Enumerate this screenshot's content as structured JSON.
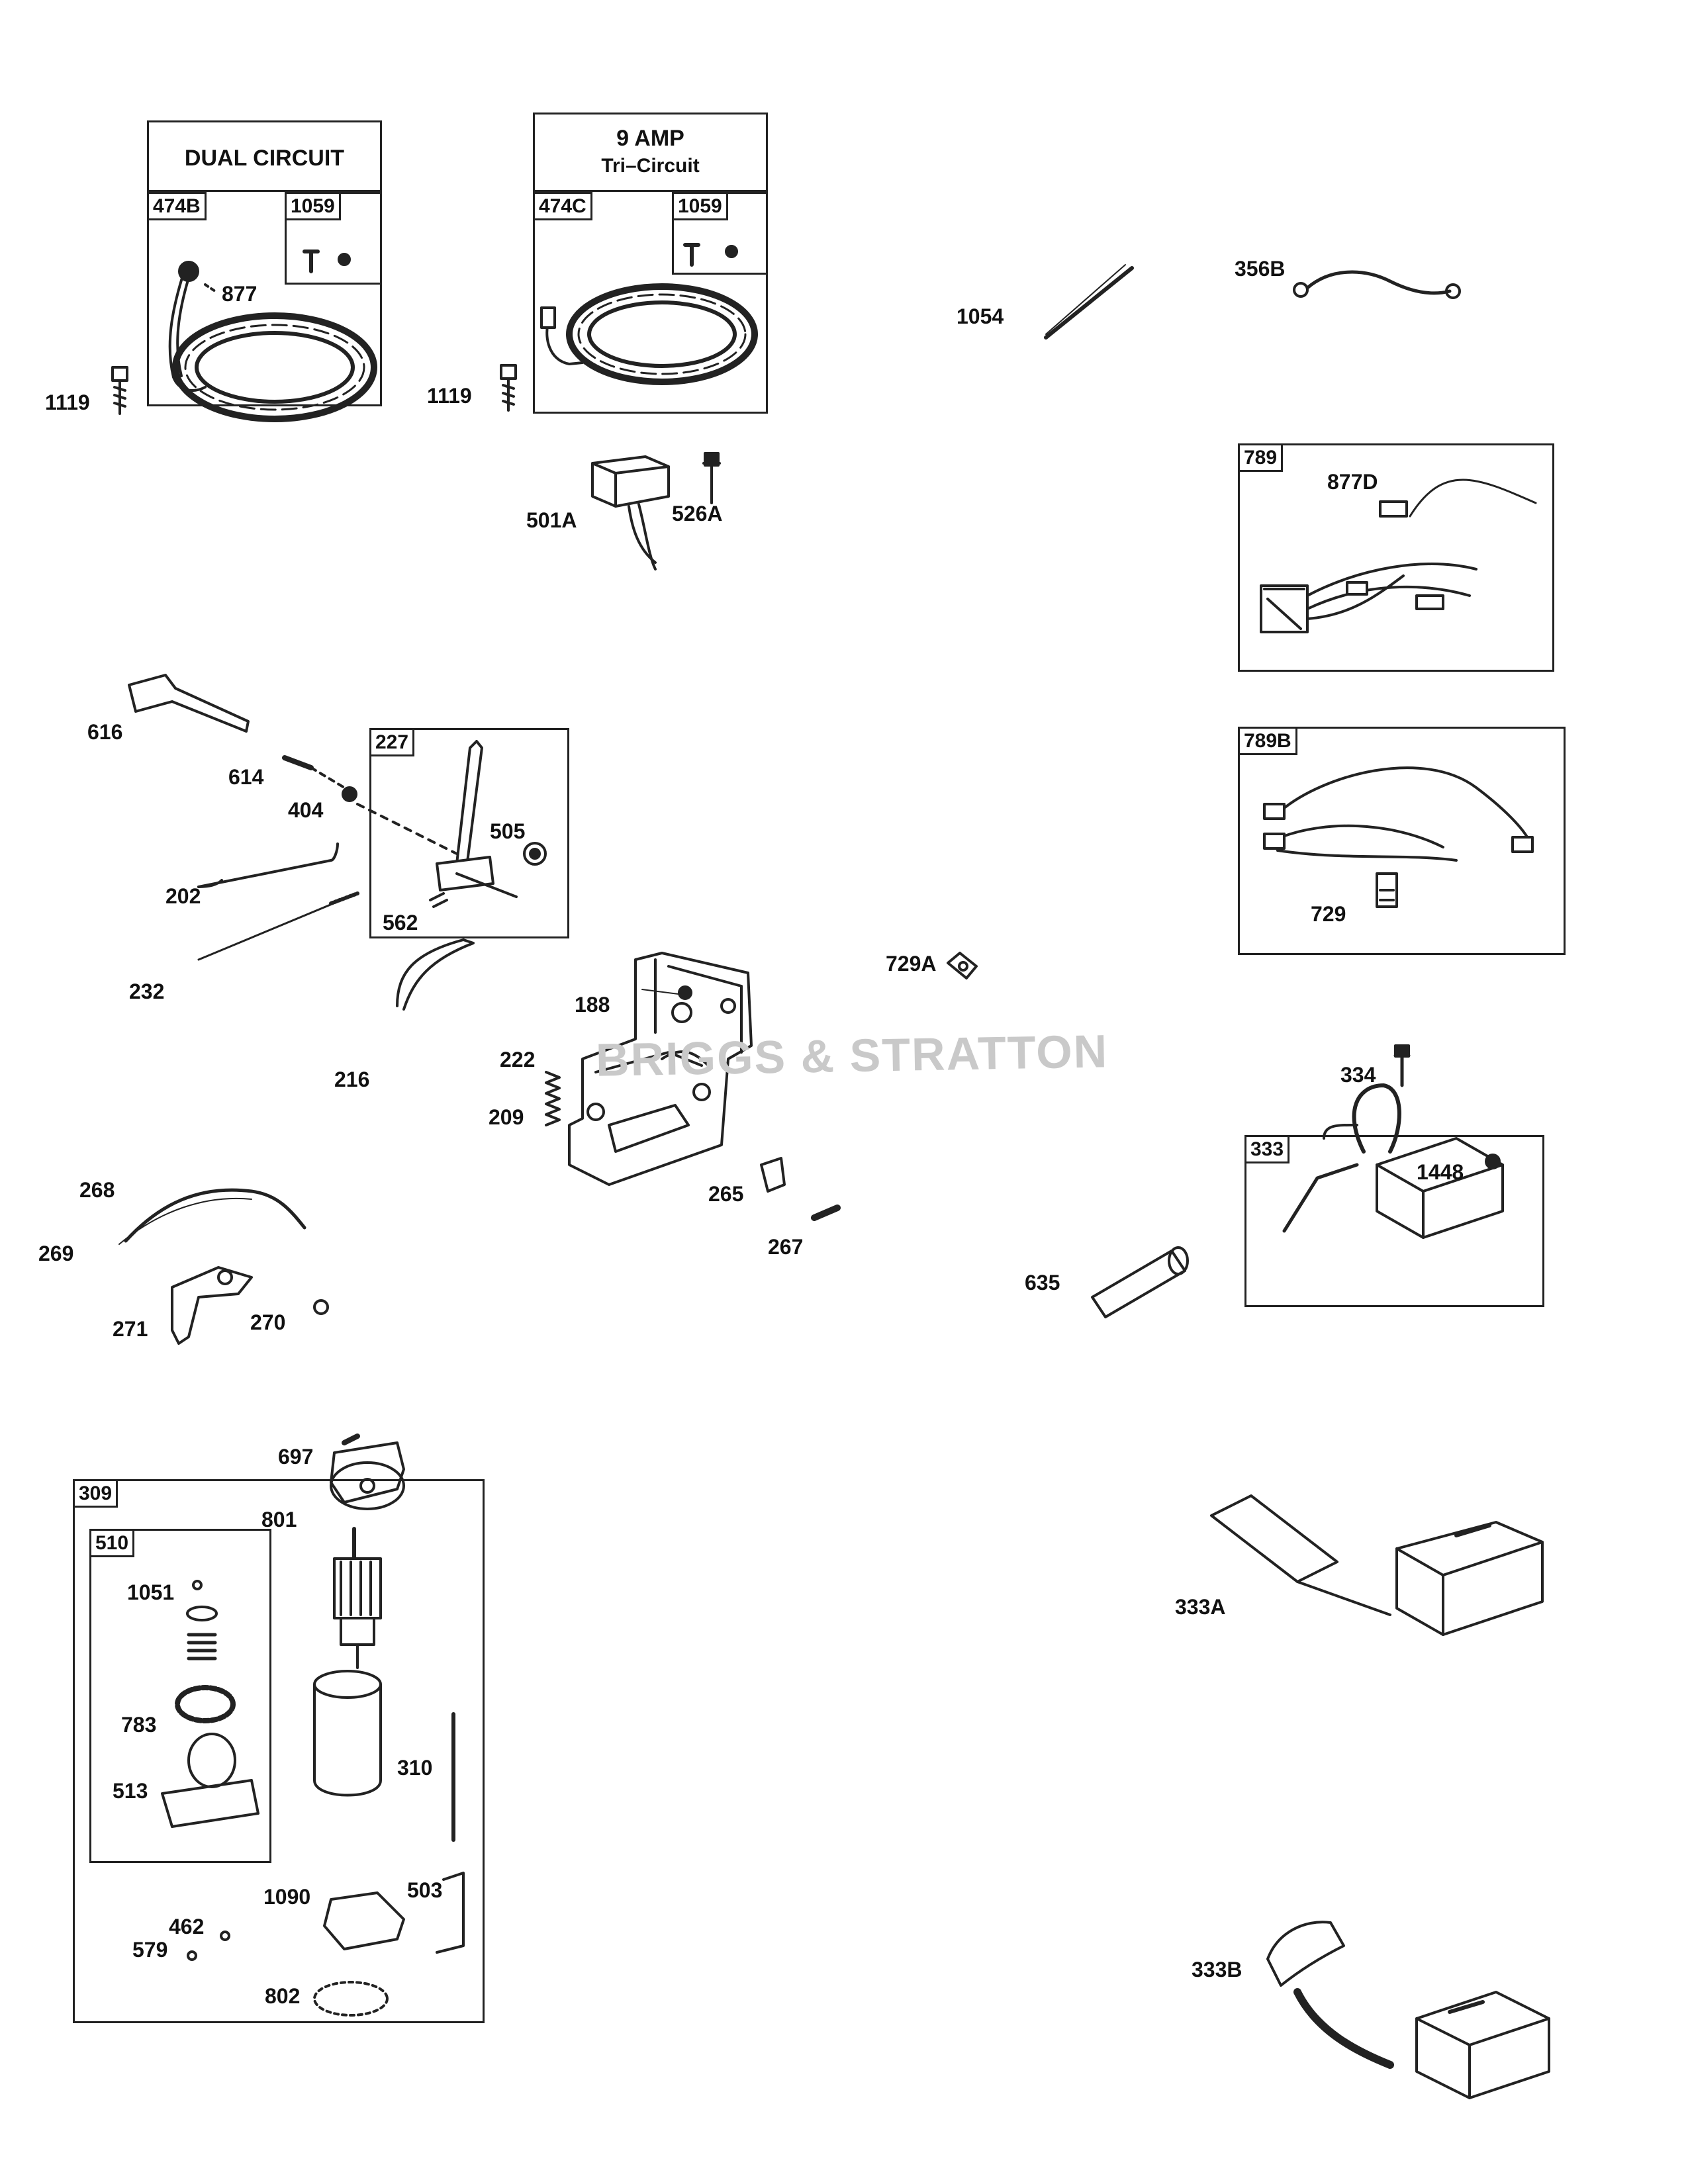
{
  "boxes": {
    "dual_circuit": {
      "title": "DUAL CIRCUIT",
      "tag_main": "474B",
      "tag_sub": "1059"
    },
    "tri_circuit": {
      "title_line1": "9  AMP",
      "title_line2": "Tri–Circuit",
      "tag_main": "474C",
      "tag_sub": "1059"
    },
    "box_789": {
      "tag": "789"
    },
    "box_789b": {
      "tag": "789B"
    },
    "box_227": {
      "tag": "227"
    },
    "box_333": {
      "tag": "333"
    },
    "box_309": {
      "tag": "309"
    },
    "box_510": {
      "tag": "510"
    }
  },
  "watermark": "BRIGGS & STRATTON",
  "callouts": {
    "c877": "877",
    "c1119a": "1119",
    "c1119b": "1119",
    "c501A": "501A",
    "c526A": "526A",
    "c1054": "1054",
    "c356B": "356B",
    "c877D": "877D",
    "c729": "729",
    "c616": "616",
    "c614": "614",
    "c404": "404",
    "c505": "505",
    "c562": "562",
    "c202": "202",
    "c232": "232",
    "c188": "188",
    "c729A": "729A",
    "c216": "216",
    "c222": "222",
    "c209": "209",
    "c265": "265",
    "c267": "267",
    "c334": "334",
    "c1448": "1448",
    "c268": "268",
    "c269": "269",
    "c271": "271",
    "c270": "270",
    "c635": "635",
    "c697": "697",
    "c801": "801",
    "c1051": "1051",
    "c783": "783",
    "c513": "513",
    "c310": "310",
    "c1090": "1090",
    "c503": "503",
    "c462": "462",
    "c579": "579",
    "c802": "802",
    "c333A": "333A",
    "c333B": "333B"
  }
}
